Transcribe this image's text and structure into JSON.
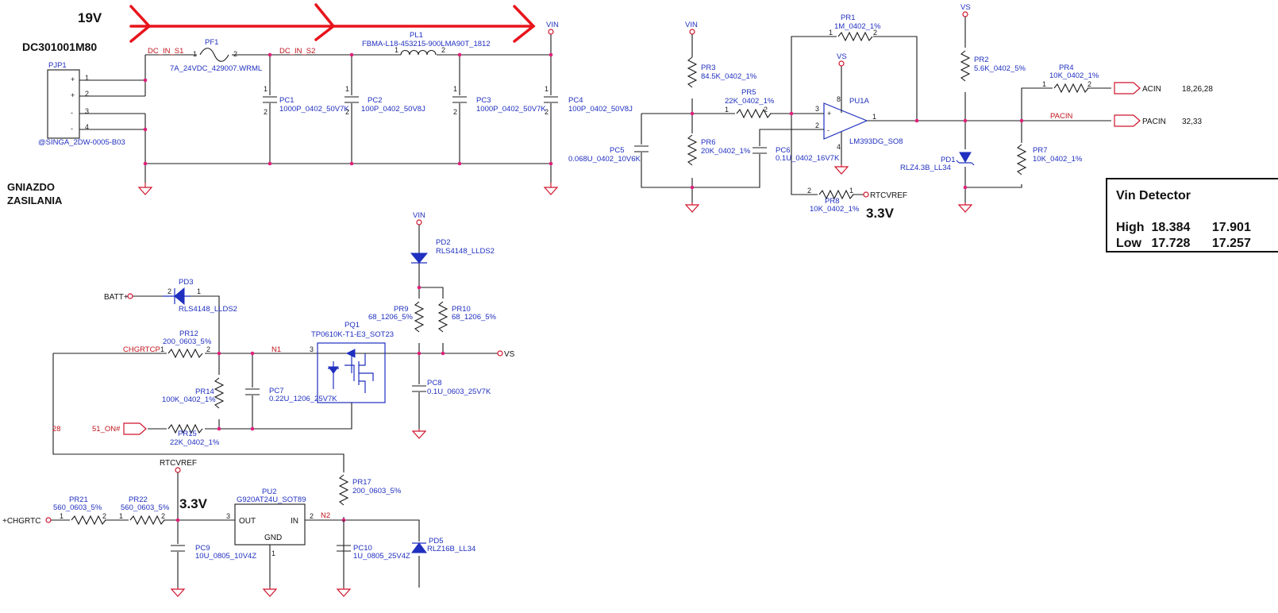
{
  "title_voltage": "19V",
  "board_part": "DC301001M80",
  "socket_label": [
    "GNIAZDO",
    "ZASILANIA"
  ],
  "nets": {
    "dc_in_s1": "DC_IN_S1",
    "dc_in_s2": "DC_IN_S2",
    "vin": "VIN",
    "vs": "VS",
    "pacin": "PACIN",
    "chgrtcp": "CHGRTCP",
    "n1": "N1",
    "n2": "N2",
    "rtcvref": "RTCVREF",
    "batt": "BATT+",
    "on51": "51_ON#",
    "chgrtc": "+CHGRTC",
    "acin": "ACIN",
    "pacin_port": "PACIN",
    "acin_pages": "18,26,28",
    "pacin_pages": "32,33",
    "page_28": "28"
  },
  "annotations": {
    "rtc_3v3_a": "3.3V",
    "rtc_3v3_b": "3.3V"
  },
  "components": {
    "pjp1": {
      "ref": "PJP1",
      "value": "@SINGA_2DW-0005-B03"
    },
    "pf1": {
      "ref": "PF1",
      "value": "7A_24VDC_429007.WRML"
    },
    "pl1": {
      "ref": "PL1",
      "value": "FBMA-L18-453215-900LMA90T_1812"
    },
    "pc1": {
      "ref": "PC1",
      "value": "1000P_0402_50V7K"
    },
    "pc2": {
      "ref": "PC2",
      "value": "100P_0402_50V8J"
    },
    "pc3": {
      "ref": "PC3",
      "value": "1000P_0402_50V7K"
    },
    "pc4": {
      "ref": "PC4",
      "value": "100P_0402_50V8J"
    },
    "pr1": {
      "ref": "PR1",
      "value": "1M_0402_1%"
    },
    "pr2": {
      "ref": "PR2",
      "value": "5.6K_0402_5%"
    },
    "pr3": {
      "ref": "PR3",
      "value": "84.5K_0402_1%"
    },
    "pr4": {
      "ref": "PR4",
      "value": "10K_0402_1%"
    },
    "pr5": {
      "ref": "PR5",
      "value": "22K_0402_1%"
    },
    "pr6": {
      "ref": "PR6",
      "value": "20K_0402_1%"
    },
    "pr7": {
      "ref": "PR7",
      "value": "10K_0402_1%"
    },
    "pr8": {
      "ref": "PR8",
      "value": "10K_0402_1%"
    },
    "pc5": {
      "ref": "PC5",
      "value": "0.068U_0402_10V6K"
    },
    "pc6": {
      "ref": "PC6",
      "value": "0.1U_0402_16V7K"
    },
    "pu1a": {
      "ref": "PU1A",
      "value": "LM393DG_SO8"
    },
    "pd1": {
      "ref": "PD1",
      "value": "RLZ4.3B_LL34"
    },
    "pd2": {
      "ref": "PD2",
      "value": "RLS4148_LLDS2"
    },
    "pd3": {
      "ref": "PD3",
      "value": "RLS4148_LLDS2"
    },
    "pr9": {
      "ref": "PR9",
      "value": "68_1206_5%"
    },
    "pr10": {
      "ref": "PR10",
      "value": "68_1206_5%"
    },
    "pr12": {
      "ref": "PR12",
      "value": "200_0603_5%"
    },
    "pr14": {
      "ref": "PR14",
      "value": "100K_0402_1%"
    },
    "pr15": {
      "ref": "PR15",
      "value": "22K_0402_1%"
    },
    "pc7": {
      "ref": "PC7",
      "value": "0.22U_1206_25V7K"
    },
    "pq1": {
      "ref": "PQ1",
      "value": "TP0610K-T1-E3_SOT23"
    },
    "pc8": {
      "ref": "PC8",
      "value": "0.1U_0603_25V7K"
    },
    "pr17": {
      "ref": "PR17",
      "value": "200_0603_5%"
    },
    "pr21": {
      "ref": "PR21",
      "value": "560_0603_5%"
    },
    "pr22": {
      "ref": "PR22",
      "value": "560_0603_5%"
    },
    "pu2": {
      "ref": "PU2",
      "value": "G920AT24U_SOT89",
      "pin_out": "OUT",
      "pin_in": "IN",
      "pin_gnd": "GND"
    },
    "pc9": {
      "ref": "PC9",
      "value": "10U_0805_10V4Z"
    },
    "pc10": {
      "ref": "PC10",
      "value": "1U_0805_25V4Z"
    },
    "pd5": {
      "ref": "PD5",
      "value": "RLZ16B_LL34"
    }
  },
  "vin_detector": {
    "title": "Vin Detector",
    "high": {
      "label": "High",
      "a": "18.384",
      "b": "17.901"
    },
    "low": {
      "label": "Low",
      "a": "17.728",
      "b": "17.257"
    }
  },
  "colors": {
    "wire": "#1a1a1a",
    "component_label": "#1f2fbf",
    "net_label": "#c0141c",
    "arrow": "#e8141c",
    "junction": "#e0207a"
  }
}
